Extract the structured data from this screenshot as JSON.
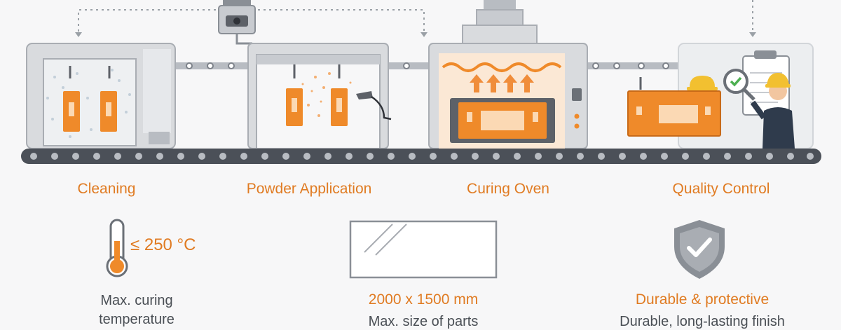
{
  "stages": [
    {
      "label": "Cleaning"
    },
    {
      "label": "Powder Application"
    },
    {
      "label": "Curing Oven"
    },
    {
      "label": "Quality Control"
    }
  ],
  "features": {
    "temperature": {
      "value": "≤ 250 °C",
      "desc_line1": "Max. curing",
      "desc_line2": "temperature",
      "icon": "thermometer-icon"
    },
    "size": {
      "value": "2000 x 1500 mm",
      "desc": "Max. size of parts",
      "icon": "panel-icon"
    },
    "finish": {
      "title": "Durable & protective",
      "desc": "Durable, long-lasting finish",
      "icon": "shield-check-icon"
    }
  },
  "colors": {
    "accent": "#e07b22",
    "machine": "#d9dbde",
    "machine_dark": "#a9adb3",
    "text": "#4a4f55"
  }
}
